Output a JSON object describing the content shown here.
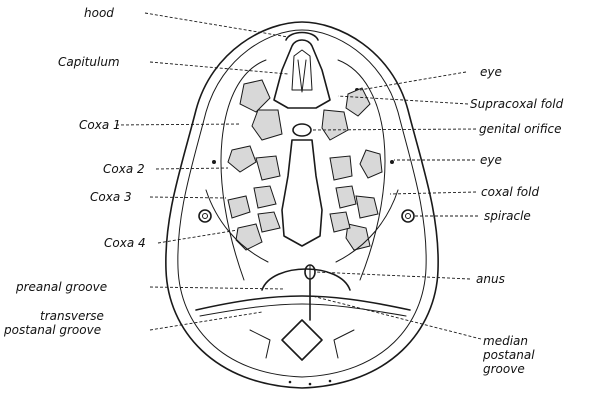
{
  "labels": {
    "hood": "hood",
    "capitulum": "Capitulum",
    "coxa1": "Coxa 1",
    "coxa2": "Coxa 2",
    "coxa3": "Coxa 3",
    "coxa4": "Coxa 4",
    "preanal_groove": "preanal groove",
    "transverse_postanal_1": "transverse",
    "transverse_postanal_2": "postanal groove",
    "eye_upper": "eye",
    "supracoxal_fold": "Supracoxal fold",
    "genital_orifice": "genital orifice",
    "eye_lower": "eye",
    "coxal_fold": "coxal fold",
    "spiracle": "spiracle",
    "anus": "anus",
    "median_postanal_1": "median",
    "median_postanal_2": "postanal",
    "median_postanal_3": "groove"
  }
}
